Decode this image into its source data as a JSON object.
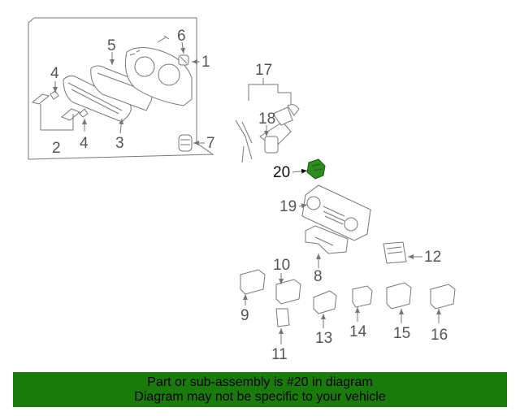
{
  "diagram": {
    "callouts": {
      "c1": "1",
      "c2": "2",
      "c3": "3",
      "c4a": "4",
      "c4b": "4",
      "c5": "5",
      "c6": "6",
      "c7": "7",
      "c8": "8",
      "c9": "9",
      "c10": "10",
      "c11": "11",
      "c12": "12",
      "c13": "13",
      "c14": "14",
      "c15": "15",
      "c16": "16",
      "c17": "17",
      "c18": "18",
      "c19": "19",
      "c20": "20"
    },
    "highlighted_part": "20"
  },
  "footer": {
    "line1": "Part or sub-assembly is #20 in diagram",
    "line2": "Diagram may not be specific to your vehicle"
  },
  "colors": {
    "footer_background": "#1a7a0c",
    "highlight_part": "#2e8b22",
    "line_art": "#777777"
  }
}
